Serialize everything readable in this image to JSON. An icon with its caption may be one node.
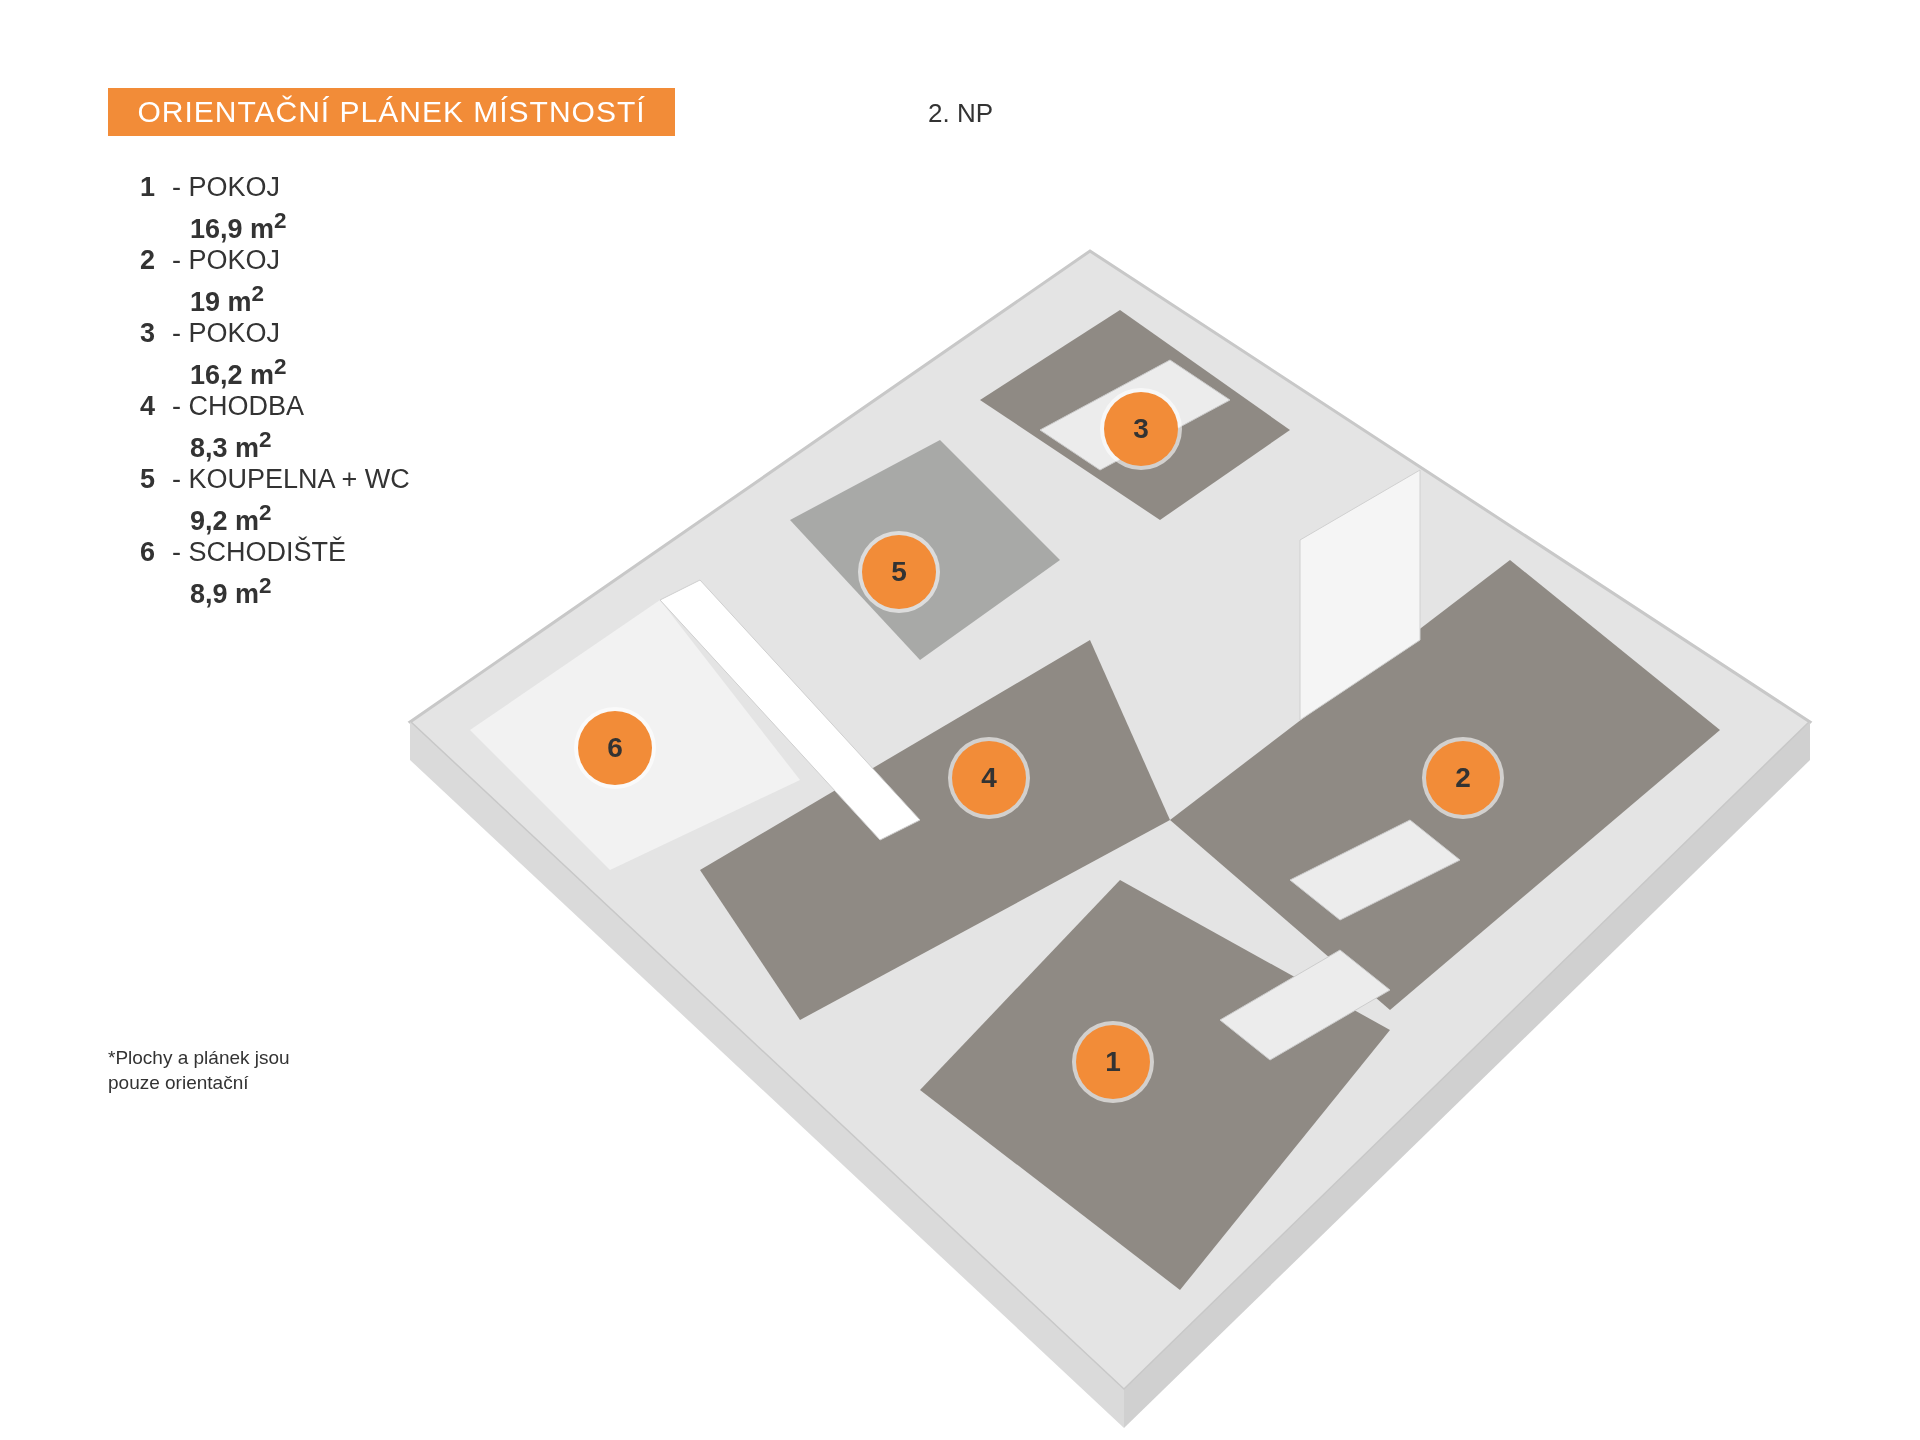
{
  "diagram": {
    "title": "ORIENTAČNÍ PLÁNEK MÍSTNOSTÍ",
    "nodes": [
      {
        "text": [
          "3"
        ]
      },
      {
        "text": [
          "5"
        ]
      },
      {
        "text": [
          "6"
        ]
      },
      {
        "text": [
          "4"
        ]
      },
      {
        "text": [
          "2"
        ]
      },
      {
        "text": [
          "1"
        ]
      }
    ],
    "labels": [
      "2. NP",
      "1",
      "- POKOJ",
      "16,9 m$^{2}$",
      "2",
      "- POKOJ",
      "19 m$^{2}$",
      "3",
      "- POKOJ",
      "16,2 m$^{2}$",
      "4",
      "- CHODBA",
      "8,3 m$^{2}$",
      "5",
      "- KOUPELNA + WC",
      "9,2 m$^{2}$",
      "6",
      "- SCHODIŠTĚ",
      "8,9 m$^{2}$",
      "*Plochy a plánek jsou pouze orientační"
    ]
  }
}
